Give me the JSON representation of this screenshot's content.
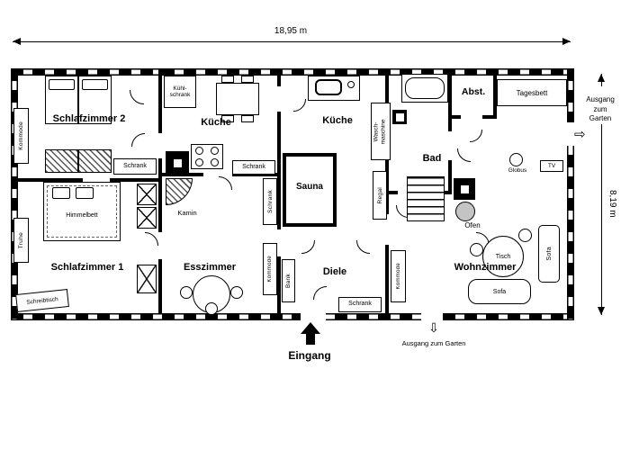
{
  "dimensions": {
    "width": "18,95 m",
    "height": "8,19 m"
  },
  "rooms": {
    "schlafzimmer2": "Schlafzimmer 2",
    "kueche1": "Küche",
    "kueche2": "Küche",
    "sauna": "Sauna",
    "bad": "Bad",
    "abst": "Abst.",
    "schlafzimmer1": "Schlafzimmer 1",
    "esszimmer": "Esszimmer",
    "diele": "Diele",
    "wohnzimmer": "Wohnzimmer"
  },
  "furniture": {
    "kommode_sz2": "Kommode",
    "schrank_sz2": "Schrank",
    "kuehlschrank": "Kühl-\nschrank",
    "schrank_kueche": "Schrank",
    "kamin": "Kamin",
    "himmelbett": "Himmelbett",
    "truhe": "Truhe",
    "schreibtisch": "Schreibtisch",
    "waschmaschine": "Wasch-\nmaschine",
    "regal": "Regal",
    "tagesbett": "Tagesbett",
    "globus": "Globus",
    "tv": "TV",
    "ofen": "Ofen",
    "tisch": "Tisch",
    "sofa_side": "Sofa",
    "sofa_front": "Sofa",
    "kommode_wohnzimmer": "Kommode",
    "kommode_diele": "Kommode",
    "bank": "Bank",
    "schrank_diele": "Schrank",
    "schrank_sauna": "Schrank"
  },
  "annotations": {
    "eingang": "Eingang",
    "ausgang_unten": "Ausgang zum Garten",
    "ausgang_rechts": "Ausgang\nzum\nGarten"
  },
  "icons": {
    "exit_down_arrow": "⇩",
    "exit_right_arrow": "⇨"
  },
  "colors": {
    "wall": "#000000",
    "ofen_fill": "#c4c4c4"
  }
}
